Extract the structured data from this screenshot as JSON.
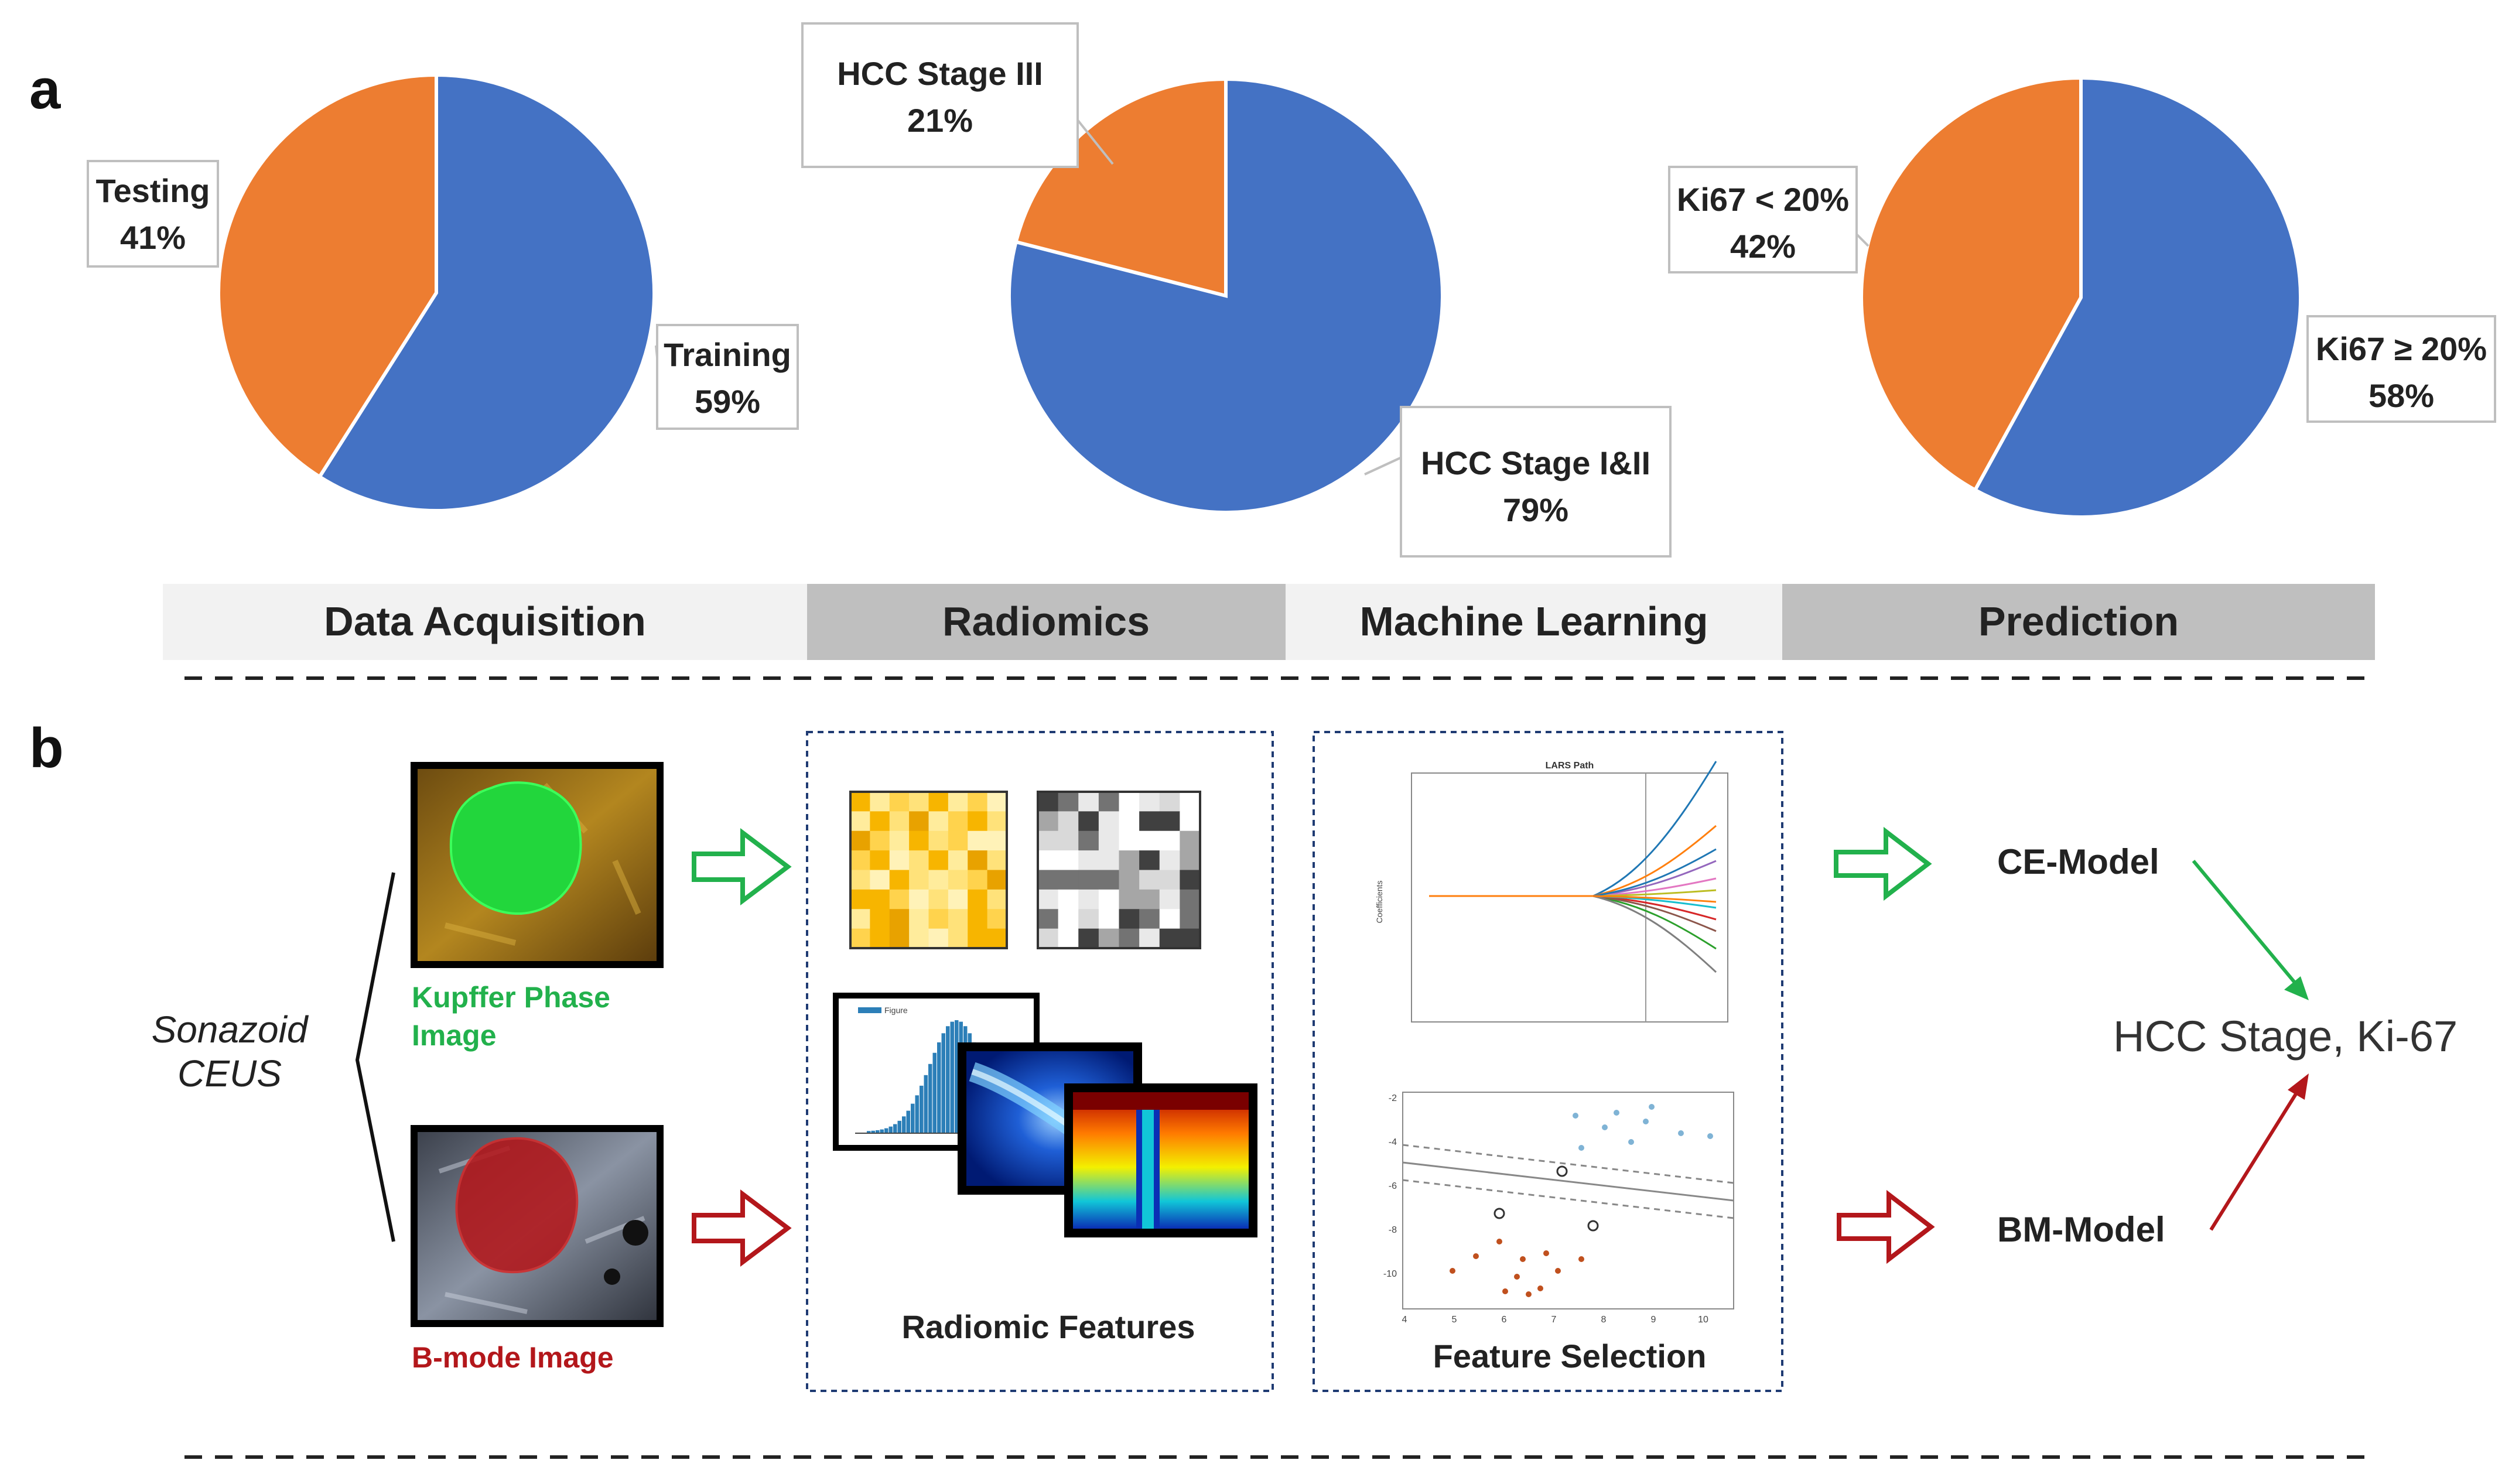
{
  "panel_labels": {
    "a": "a",
    "b": "b"
  },
  "colors": {
    "blue": "#4472C4",
    "orange": "#ED7D31",
    "green": "#22B14C",
    "red": "#B3171B",
    "band_light": "#F2F2F2",
    "band_dark": "#BFBFBF",
    "text": "#222222"
  },
  "chart_data": [
    {
      "type": "pie",
      "slices": [
        {
          "label": "Training",
          "value": 59,
          "value_label": "59%",
          "color": "#4472C4"
        },
        {
          "label": "Testing",
          "value": 41,
          "value_label": "41%",
          "color": "#ED7D31"
        }
      ]
    },
    {
      "type": "pie",
      "slices": [
        {
          "label": "HCC Stage I&II",
          "value": 79,
          "value_label": "79%",
          "color": "#4472C4"
        },
        {
          "label": "HCC Stage III",
          "value": 21,
          "value_label": "21%",
          "color": "#ED7D31"
        }
      ]
    },
    {
      "type": "pie",
      "slices": [
        {
          "label": "Ki67 ≥ 20%",
          "value": 58,
          "value_label": "58%",
          "color": "#4472C4"
        },
        {
          "label": "Ki67 < 20%",
          "value": 42,
          "value_label": "42%",
          "color": "#ED7D31"
        }
      ]
    }
  ],
  "steps": [
    "Data Acquisition",
    "Radiomics",
    "Machine Learning",
    "Prediction"
  ],
  "workflow": {
    "source_line1": "Sonazoid",
    "source_line2": "CEUS",
    "kupffer_line1": "Kupffer Phase",
    "kupffer_line2": "Image",
    "bmode_label": "B-mode Image",
    "radiomic_features_label": "Radiomic Features",
    "feature_selection_label": "Feature Selection",
    "lars_title": "LARS Path",
    "lars_ylabel": "Coefficients",
    "svm_yticks": [
      "-2",
      "-4",
      "-6",
      "-8",
      "-10"
    ],
    "svm_xticks": [
      "4",
      "5",
      "6",
      "7",
      "8",
      "9",
      "10"
    ],
    "histogram_legend": "Figure",
    "ce_model": "CE-Model",
    "bm_model": "BM-Model",
    "output": "HCC Stage, Ki-67"
  }
}
